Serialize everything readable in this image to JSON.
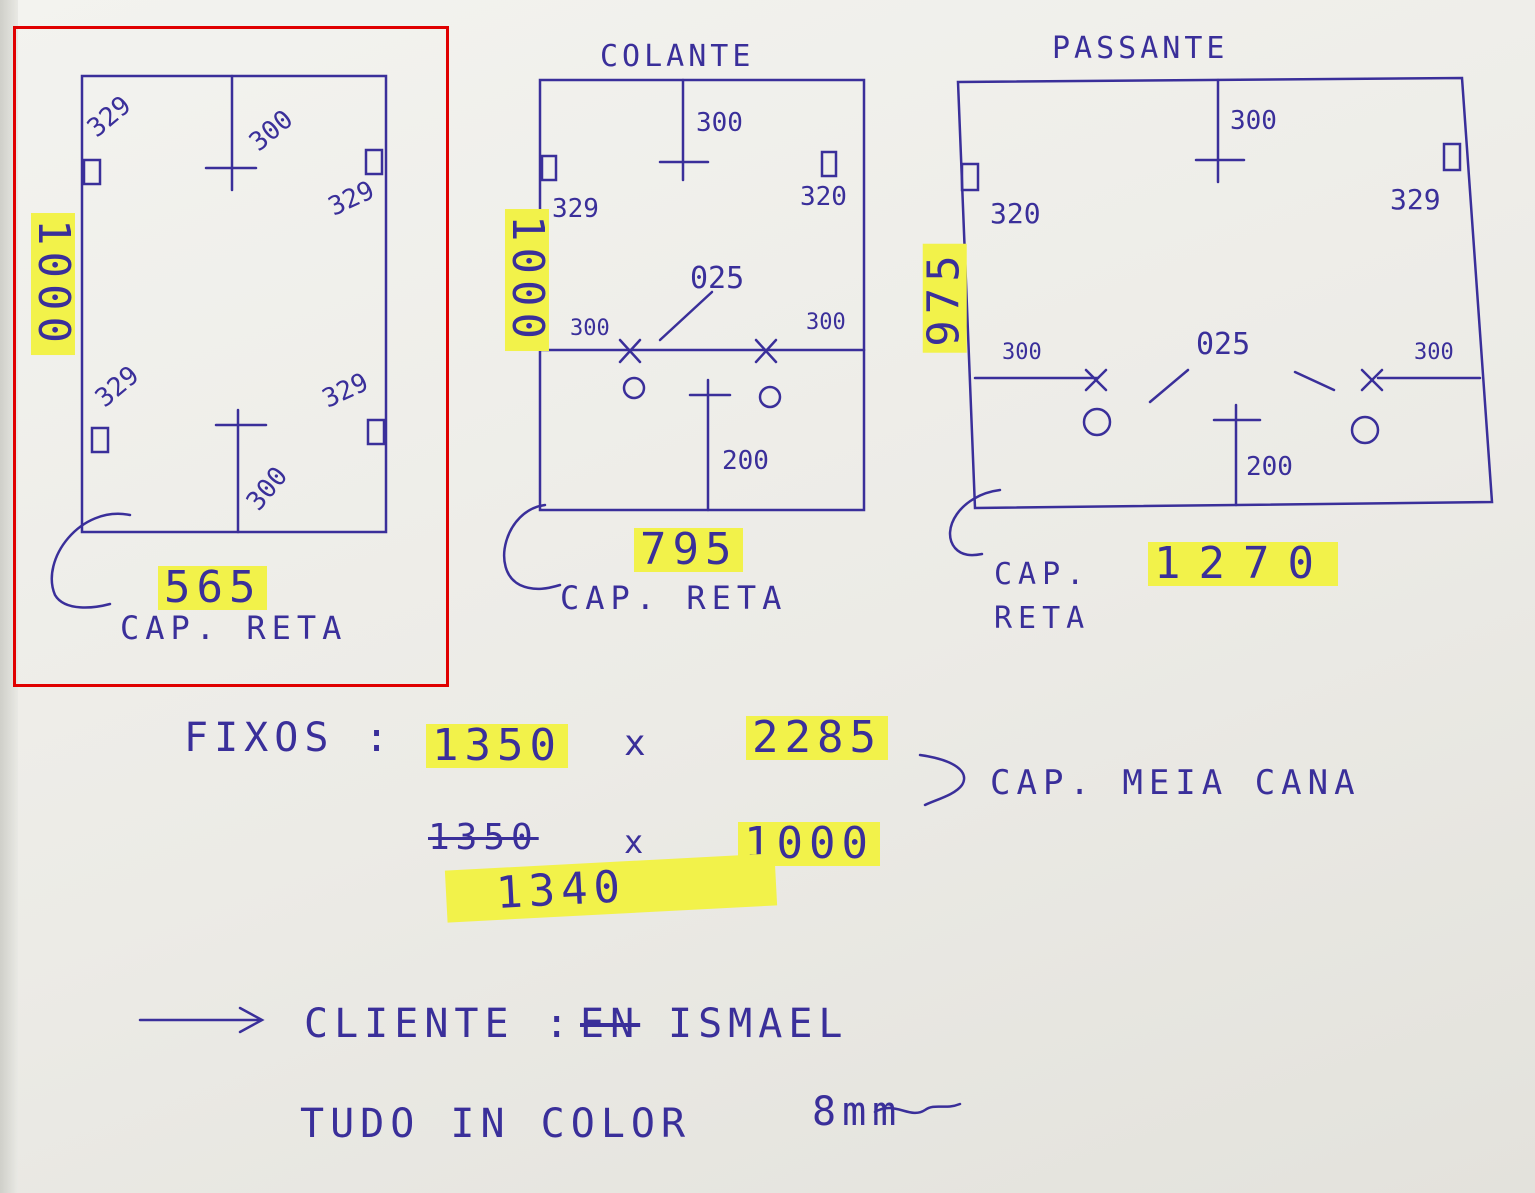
{
  "accent_highlight": "#f2f24a",
  "ink_color": "#3a2f9a",
  "selection_color": "#e00000",
  "panel1": {
    "width": "565",
    "height": "1000",
    "top_dim": "300",
    "bottom_dim": "300",
    "dim_tl": "329",
    "dim_tr": "329",
    "dim_bl": "329",
    "dim_br": "329",
    "note": "CAP. RETA"
  },
  "panel2": {
    "title": "COLANTE",
    "width": "795",
    "height": "1000",
    "top_dim": "300",
    "dim_l": "329",
    "dim_r": "320",
    "mid_l": "300",
    "mid_r": "300",
    "center": "025",
    "bottom_dim": "200",
    "note": "CAP. RETA"
  },
  "panel3": {
    "title": "PASSANTE",
    "width": "1270",
    "height": "975",
    "top_dim": "300",
    "dim_l": "320",
    "dim_r": "329",
    "mid_l": "300",
    "mid_r": "300",
    "center": "025",
    "bottom_dim": "200",
    "note_line1": "CAP.",
    "note_line2": "RETA"
  },
  "fixos": {
    "label": "FIXOS :",
    "dim1_w": "1350",
    "x1": "x",
    "dim1_h": "2285",
    "dim2_w_struck": "1350",
    "dim2_w": "1340",
    "x2": "x",
    "dim2_h": "1000",
    "note": "CAP. MEIA CANA"
  },
  "client": {
    "label": "CLIENTE :",
    "struck": "EN",
    "name": "ISMAEL"
  },
  "footer": {
    "text": "TUDO IN COLOR",
    "suffix": "8mm"
  }
}
